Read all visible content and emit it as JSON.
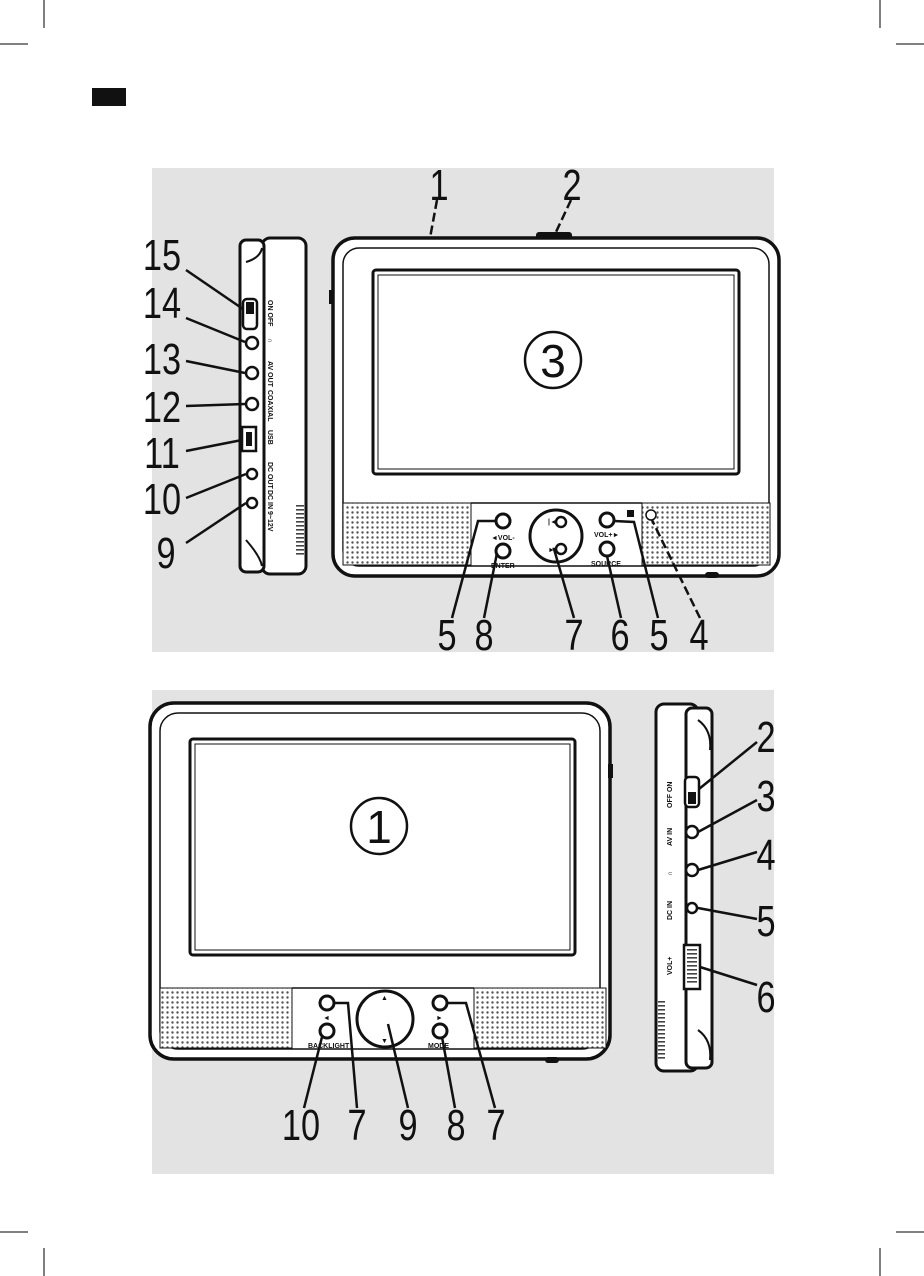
{
  "figure_top": {
    "device_side": {
      "labels": {
        "switch": "ON  OFF",
        "headphone": "∩",
        "av_out": "AV OUT",
        "coaxial": "COAXIAL",
        "usb": "USB",
        "dc_out": "DC OUT",
        "dc_in": "DC IN 9~12V"
      }
    },
    "device_front": {
      "screen_label": "3",
      "button_labels": {
        "vol_minus": "◄VOL-",
        "enter": "ENTER",
        "vol_plus": "VOL+►",
        "source": "SOURCE"
      }
    },
    "callouts": {
      "c1": "1",
      "c2": "2",
      "c15": "15",
      "c14": "14",
      "c13": "13",
      "c12": "12",
      "c11": "11",
      "c10": "10",
      "c9": "9",
      "c5a": "5",
      "c8": "8",
      "c7": "7",
      "c6": "6",
      "c5b": "5",
      "c4": "4"
    }
  },
  "figure_bottom": {
    "device_front": {
      "screen_label": "1",
      "button_labels": {
        "backlight": "BACKLIGHT",
        "mode": "MODE"
      }
    },
    "device_side": {
      "labels": {
        "switch": "OFF  ON",
        "av_in": "AV IN",
        "headphone": "∩",
        "dc_in": "DC IN",
        "vol": "VOL+"
      }
    },
    "callouts": {
      "c2": "2",
      "c3": "3",
      "c4": "4",
      "c5": "5",
      "c6": "6",
      "c10": "10",
      "c7a": "7",
      "c9": "9",
      "c8": "8",
      "c7b": "7"
    }
  }
}
